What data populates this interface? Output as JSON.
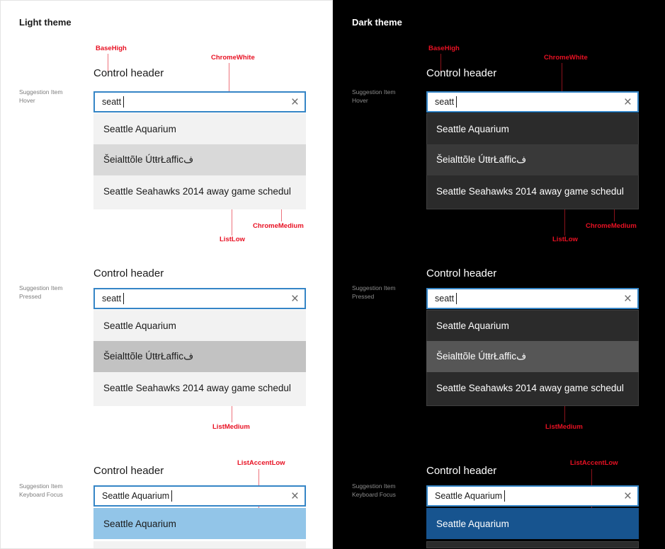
{
  "icons": {
    "clear": "×"
  },
  "colors": {
    "accent_border": "#3585c6",
    "annotation_red": "#e81123",
    "light": {
      "background": "#ffffff",
      "list_bg": "#f2f2f2",
      "item_hover": "#d9d9d9",
      "item_pressed": "#c2c2c2",
      "item_accent": "#92c5e8",
      "text": "#1a1a1a",
      "caption": "#7d7d7d"
    },
    "dark": {
      "background": "#000000",
      "list_bg": "#2b2b2b",
      "item_hover": "#393939",
      "item_pressed": "#565656",
      "item_accent": "#17548f",
      "text": "#ffffff",
      "caption": "#8c8c8c"
    }
  },
  "annotations": {
    "base_high": "BaseHigh",
    "chrome_white": "ChromeWhite",
    "chrome_medium": "ChromeMedium",
    "list_low": "ListLow",
    "list_medium": "ListMedium",
    "list_accent_low": "ListAccentLow"
  },
  "light": {
    "title": "Light theme",
    "groups": [
      {
        "caption_line1": "Suggestion Item",
        "caption_line2": "Hover",
        "header": "Control header",
        "input_value": "seatt",
        "items": [
          {
            "text": "Seattle Aquarium"
          },
          {
            "text": "Šeialttõle ÚtŧrŁafficف",
            "state": "hover"
          },
          {
            "text": "Seattle Seahawks 2014 away game schedul"
          }
        ]
      },
      {
        "caption_line1": "Suggestion Item",
        "caption_line2": "Pressed",
        "header": "Control header",
        "input_value": "seatt",
        "items": [
          {
            "text": "Seattle Aquarium"
          },
          {
            "text": "Šeialttõle ÚtŧrŁafficف",
            "state": "pressed"
          },
          {
            "text": "Seattle Seahawks 2014 away game schedul"
          }
        ]
      },
      {
        "caption_line1": "Suggestion Item",
        "caption_line2": "Keyboard Focus",
        "header": "Control header",
        "input_value": "Seattle Aquarium",
        "items": [
          {
            "text": "Seattle Aquarium",
            "state": "accent"
          }
        ]
      }
    ]
  },
  "dark": {
    "title": "Dark theme",
    "groups": [
      {
        "caption_line1": "Suggestion Item",
        "caption_line2": "Hover",
        "header": "Control header",
        "input_value": "seatt",
        "items": [
          {
            "text": "Seattle Aquarium"
          },
          {
            "text": "Šeialttõle ÚtŧrŁafficف",
            "state": "hover"
          },
          {
            "text": "Seattle Seahawks 2014 away game schedul"
          }
        ]
      },
      {
        "caption_line1": "Suggestion Item",
        "caption_line2": "Pressed",
        "header": "Control header",
        "input_value": "seatt",
        "items": [
          {
            "text": "Seattle Aquarium"
          },
          {
            "text": "Šeialttõle ÚtŧrŁafficف",
            "state": "pressed"
          },
          {
            "text": "Seattle Seahawks 2014 away game schedul"
          }
        ]
      },
      {
        "caption_line1": "Suggestion Item",
        "caption_line2": "Keyboard Focus",
        "header": "Control header",
        "input_value": "Seattle Aquarium",
        "items": [
          {
            "text": "Seattle Aquarium",
            "state": "accent"
          }
        ]
      }
    ]
  }
}
